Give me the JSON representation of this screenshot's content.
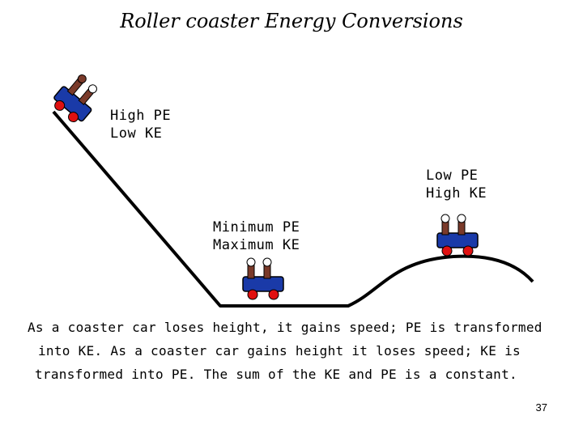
{
  "title": "Roller coaster Energy Conversions",
  "labels": {
    "top": {
      "line1": "High PE",
      "line2": "Low KE"
    },
    "hill": {
      "line1": "Low PE",
      "line2": "High KE"
    },
    "bottom": {
      "line1": "Minimum PE",
      "line2": "Maximum KE"
    }
  },
  "caption": {
    "line1": "As a coaster car loses height, it gains speed;  PE is transformed",
    "line2": "into KE.  As a coaster car gains height it loses speed;  KE is",
    "line3": "transformed into PE.  The sum of the KE and PE is a constant."
  },
  "page_number": "37",
  "colors": {
    "track": "#000000",
    "car_body": "#1a3aa8",
    "wheel": "#e01010",
    "rider": "#7a3a2a"
  }
}
